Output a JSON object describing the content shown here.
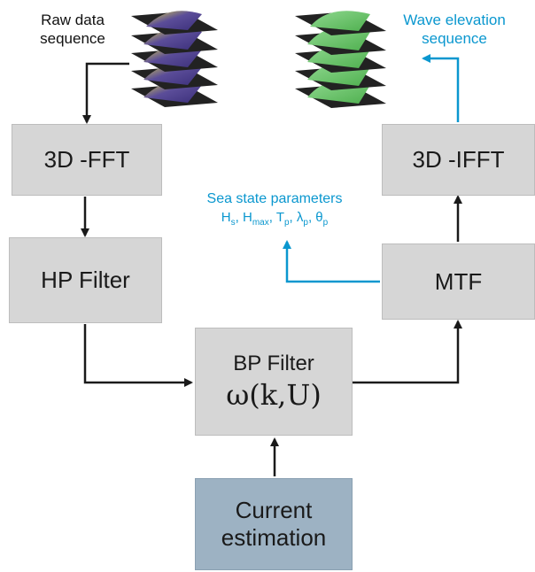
{
  "labels": {
    "raw_data": [
      "Raw data",
      "sequence"
    ],
    "wave_elevation": [
      "Wave elevation",
      "sequence"
    ],
    "sea_state_title": "Sea state parameters",
    "sea_state_params": [
      {
        "sym": "H",
        "sub": "s"
      },
      {
        "sym": "H",
        "sub": "max"
      },
      {
        "sym": "T",
        "sub": "p"
      },
      {
        "sym": "λ",
        "sub": "p"
      },
      {
        "sym": "θ",
        "sub": "p"
      }
    ]
  },
  "boxes": {
    "fft": "3D -FFT",
    "hp": "HP Filter",
    "bp": "BP Filter",
    "bp_formula": "ω(k,U)",
    "ifft": "3D -IFFT",
    "mtf": "MTF",
    "current": [
      "Current",
      "estimation"
    ]
  },
  "colors": {
    "box_gray": "#d6d6d6",
    "box_blue": "#9db2c3",
    "arrow_black": "#1a1a1a",
    "arrow_cyan": "#0a97cf",
    "raw_image": "#5b4d99",
    "wave_image": "#6cc46c"
  }
}
